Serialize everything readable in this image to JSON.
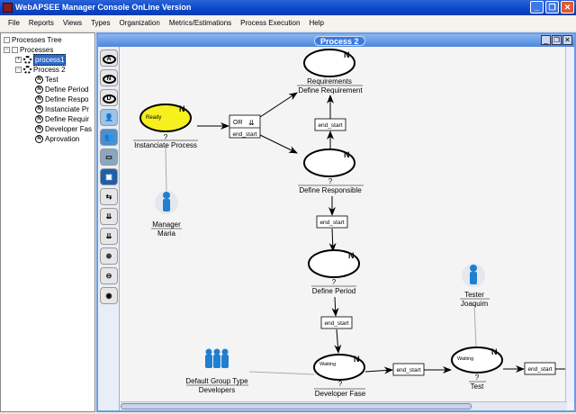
{
  "window": {
    "title": "WebAPSEE Manager Console OnLine Version",
    "min": "_",
    "max": "❐",
    "close": "✕"
  },
  "menu": [
    "File",
    "Reports",
    "Views",
    "Types",
    "Organization",
    "Metrics/Estimations",
    "Process Execution",
    "Help"
  ],
  "tree": {
    "root": "Processes Tree",
    "processes": "Processes",
    "p1": "process1",
    "p2": "Process 2",
    "activities": [
      "Test",
      "Define Period",
      "Define Respo",
      "Instanciate Pr",
      "Define Requir",
      "Developer Fas",
      "Aprovation"
    ]
  },
  "frame": {
    "title": "Process 2"
  },
  "toolbar": {
    "a": "A",
    "n": "N",
    "d": "D"
  },
  "diagram": {
    "instanciate": {
      "state": "Ready",
      "badge": "N",
      "agent": "?",
      "name": "Instanciate Process"
    },
    "or": {
      "label": "OR",
      "conn": "end_start"
    },
    "requirements": {
      "badge": "N",
      "agent": "Requirements",
      "name": "Define Requirement"
    },
    "c1": "end_start",
    "c2": "end_start",
    "c3": "end_start",
    "c4": "end_start",
    "c5": "end_start",
    "responsible": {
      "badge": "N",
      "agent": "?",
      "name": "Define Responsible"
    },
    "period": {
      "badge": "N",
      "agent": "?",
      "name": "Define Period"
    },
    "developer": {
      "state": "Waiting",
      "badge": "N",
      "agent": "?",
      "name": "Developer Fase"
    },
    "test": {
      "state": "Waiting",
      "badge": "N",
      "agent": "?",
      "name": "Test"
    },
    "manager": {
      "role": "Manager",
      "name": "Maria"
    },
    "tester": {
      "role": "Tester",
      "name": "Joaquim"
    },
    "group": {
      "role": "Default Group Type",
      "name": "Developers"
    }
  },
  "colors": {
    "ready": "#f5f01e",
    "title": "#0b47c9"
  }
}
